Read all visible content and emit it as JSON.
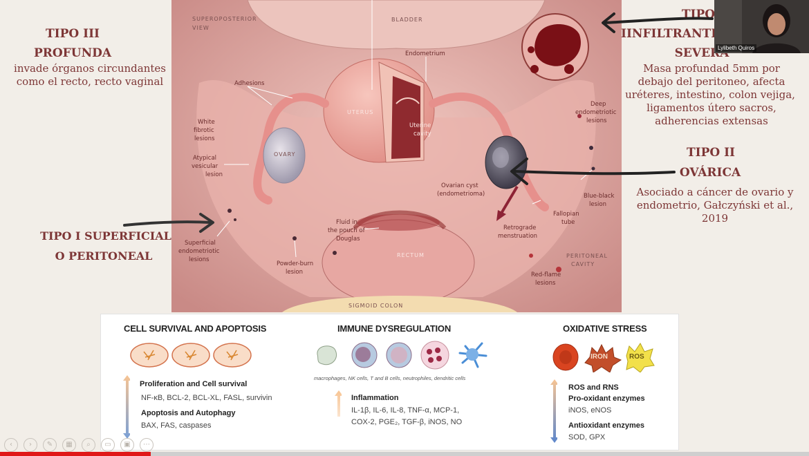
{
  "slide": {
    "tipo3": {
      "title1": "TIPO III",
      "title2": "PROFUNDA",
      "desc1": "invade órganos circundantes",
      "desc2": "como el recto, recto vaginal"
    },
    "tipo4": {
      "title1": "TIPO",
      "title2": "IINFILTRANTE",
      "title3": "SEVERA",
      "desc": [
        "Masa profundad 5mm por",
        "debajo del peritoneo, afecta",
        "uréteres, intestino, colon vejiga,",
        "ligamentos útero sacros,",
        "adherencias extensas"
      ]
    },
    "tipo2": {
      "title1": "TIPO II",
      "title2": "OVÁRICA",
      "desc": [
        "Asociado a cáncer de ovario y",
        "endometrio, Gałczyński et al.,",
        "2019"
      ]
    },
    "tipo1": {
      "title1": "TIPO I SUPERFICIAL",
      "title2": "O PERITONEAL"
    }
  },
  "anatomy": {
    "view": [
      "SUPEROPOSTERIOR",
      "VIEW"
    ],
    "bladder": "BLADDER",
    "uterus": "UTERUS",
    "rectum": "RECTUM",
    "sigmoid": "SIGMOID COLON",
    "ovary": "OVARY",
    "peritoneal": [
      "PERITONEAL",
      "CAVITY"
    ],
    "endometrium": "Endometrium",
    "uterine_cavity": [
      "Uterine",
      "cavity"
    ],
    "adhesions": "Adhesions",
    "white_fibrotic": [
      "White",
      "fibrotic",
      "lesions"
    ],
    "atypical": [
      "Atypical",
      "vesicular",
      "lesion"
    ],
    "superficial": [
      "Superficial",
      "endometriotic",
      "lesions"
    ],
    "powder": [
      "Powder-burn",
      "lesion"
    ],
    "fluid": [
      "Fluid in",
      "the pouch of",
      "Douglas"
    ],
    "ovarian_cyst": [
      "Ovarian cyst",
      "(endometrioma)"
    ],
    "retrograde": [
      "Retrograde",
      "menstruation"
    ],
    "fallopian": [
      "Fallopian",
      "tube"
    ],
    "deep": [
      "Deep",
      "endometriotic",
      "lesions"
    ],
    "blueblack": [
      "Blue-black",
      "lesion"
    ],
    "redflame": [
      "Red-flame",
      "lesions"
    ]
  },
  "mechanisms": {
    "cell": {
      "title": "CELL SURVIVAL AND APOPTOSIS",
      "up_label": "Proliferation and Cell survival",
      "up_items": "NF-κB, BCL-2, BCL-XL, FASL, survivin",
      "down_label": "Apoptosis and Autophagy",
      "down_items": "BAX, FAS, caspases"
    },
    "immune": {
      "title": "IMMUNE DYSREGULATION",
      "caption": "macrophages, NK cells, T and B cells, neutrophiles, dendritic cells",
      "up_label": "Inflammation",
      "items1": "IL-1β, IL-6, IL-8, TNF-α, MCP-1,",
      "items2": "COX-2, PGE₂, TGF-β, iNOS, NO"
    },
    "oxidative": {
      "title": "OXIDATIVE STRESS",
      "iron": "IRON",
      "ros": "ROS",
      "up_label1": "ROS and RNS",
      "up_label2": "Pro-oxidant enzymes",
      "up_items": "iNOS, eNOS",
      "down_label": "Antioxidant enzymes",
      "down_items": "SOD, GPX"
    }
  },
  "video": {
    "name": "Lylibeth Quiros"
  },
  "player": {
    "progress": 0.186
  },
  "colors": {
    "slide_text": "#7d3636",
    "progress": "#e01818",
    "background": "#f2eee8"
  }
}
